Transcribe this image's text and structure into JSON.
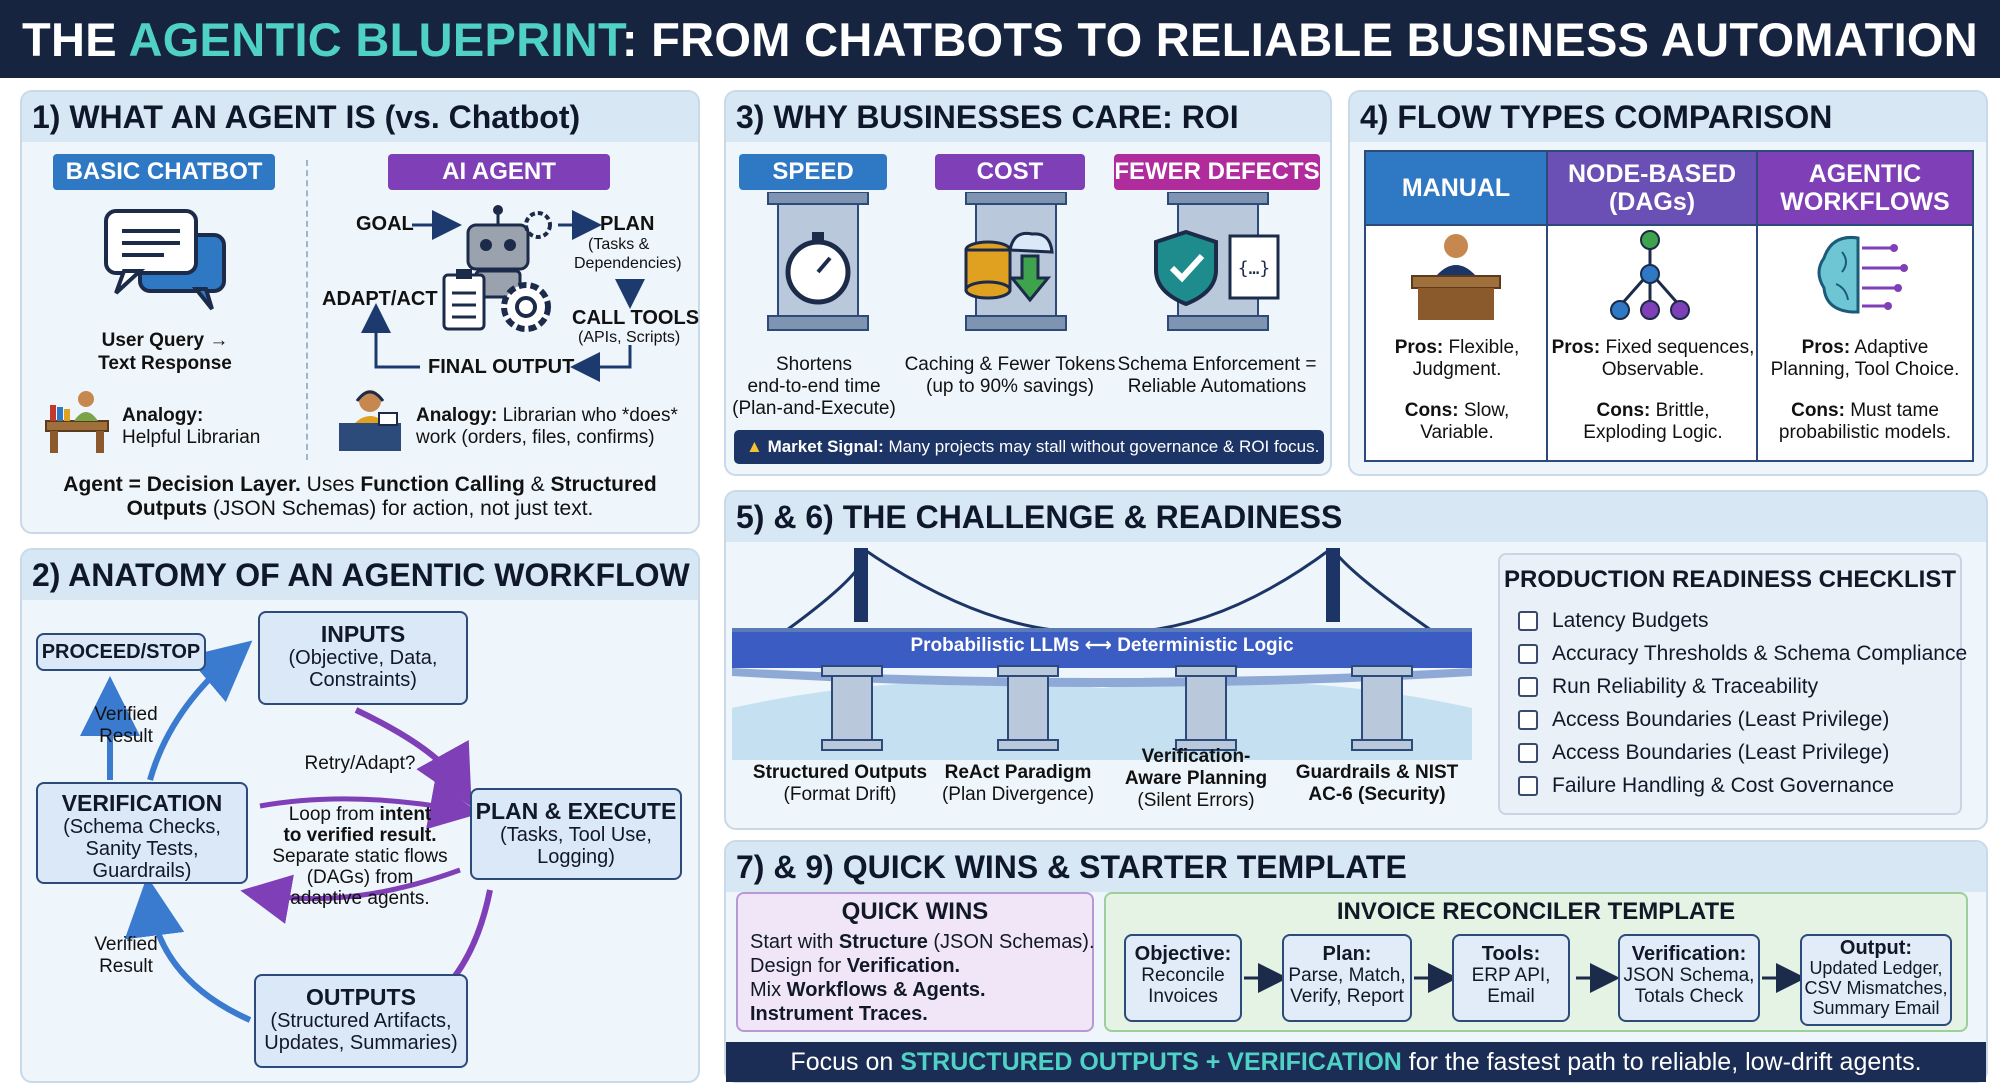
{
  "header": {
    "title_prefix": "THE ",
    "title_highlight": "AGENTIC BLUEPRINT",
    "title_suffix": ": FROM CHATBOTS TO RELIABLE BUSINESS AUTOMATION"
  },
  "panel1": {
    "title": "1) WHAT AN AGENT IS (vs. Chatbot)",
    "chatbot_label": "BASIC CHATBOT",
    "agent_label": "AI AGENT",
    "chatbot_caption_1": "User Query →",
    "chatbot_caption_2": "Text Response",
    "chatbot_analogy_bold": "Analogy:",
    "chatbot_analogy_text": "Helpful Librarian",
    "agent_goal": "GOAL",
    "agent_plan": "PLAN",
    "agent_plan_sub1": "(Tasks &",
    "agent_plan_sub2": "Dependencies)",
    "agent_adapt": "ADAPT/ACT",
    "agent_tools": "CALL TOOLS",
    "agent_tools_sub": "(APIs, Scripts)",
    "agent_output": "FINAL OUTPUT",
    "agent_analogy_bold": "Analogy:",
    "agent_analogy_text1": "Librarian who *does*",
    "agent_analogy_text2": "work (orders, files, confirms)",
    "footer_1a": "Agent = Decision Layer.",
    "footer_1b": " Uses ",
    "footer_1c": "Function Calling",
    "footer_1d": " & ",
    "footer_1e": "Structured",
    "footer_2a": "Outputs",
    "footer_2b": " (JSON Schemas) for action, not just text."
  },
  "panel2": {
    "title": "2) ANATOMY OF AN AGENTIC WORKFLOW",
    "proceed": "PROCEED/STOP",
    "inputs_title": "INPUTS",
    "inputs_sub1": "(Objective, Data,",
    "inputs_sub2": "Constraints)",
    "verification_title": "VERIFICATION",
    "verification_sub1": "(Schema Checks,",
    "verification_sub2": "Sanity Tests,",
    "verification_sub3": "Guardrails)",
    "plan_title": "PLAN & EXECUTE",
    "plan_sub1": "(Tasks, Tool Use,",
    "plan_sub2": "Logging)",
    "outputs_title": "OUTPUTS",
    "outputs_sub1": "(Structured Artifacts,",
    "outputs_sub2": "Updates, Summaries)",
    "verified_top_1": "Verified",
    "verified_top_2": "Result",
    "verified_bottom_1": "Verified",
    "verified_bottom_2": "Result",
    "retry": "Retry/Adapt?",
    "center_1a": "Loop from ",
    "center_1b": "intent",
    "center_2": "to verified result.",
    "center_3": "Separate static flows",
    "center_4": "(DAGs) from",
    "center_5": "adaptive agents."
  },
  "panel3": {
    "title": "3) WHY BUSINESSES CARE: ROI",
    "col1_label": "SPEED",
    "col1_caption_1": "Shortens",
    "col1_caption_2": "end-to-end time",
    "col1_caption_3": "(Plan-and-Execute)",
    "col2_label": "COST",
    "col2_caption_1": "Caching & Fewer Tokens",
    "col2_caption_2": "(up to 90% savings)",
    "col3_label": "FEWER DEFECTS",
    "col3_caption_1": "Schema Enforcement =",
    "col3_caption_2": "Reliable Automations",
    "signal_bold": "Market Signal:",
    "signal_text": " Many projects may stall without governance & ROI focus."
  },
  "panel4": {
    "title": "4) FLOW TYPES COMPARISON",
    "columns": [
      {
        "head1": "MANUAL",
        "head2": "",
        "pros": "Flexible,",
        "pros2": "Judgment.",
        "cons": "Slow,",
        "cons2": "Variable."
      },
      {
        "head1": "NODE-BASED",
        "head2": "(DAGs)",
        "pros": "Fixed sequences,",
        "pros2": "Observable.",
        "cons": "Brittle,",
        "cons2": "Exploding Logic."
      },
      {
        "head1": "AGENTIC",
        "head2": "WORKFLOWS",
        "pros": "Adaptive",
        "pros2": "Planning, Tool Choice.",
        "cons": "Must tame",
        "cons2": "probabilistic models."
      }
    ],
    "pros_label": "Pros:",
    "cons_label": "Cons:"
  },
  "panel56": {
    "title": "5) & 6) THE CHALLENGE & READINESS",
    "bridge_label": "Probabilistic LLMs ⟷ Deterministic Logic",
    "pillars": [
      {
        "line1": "Structured Outputs",
        "line2": "(Format Drift)",
        "line3": ""
      },
      {
        "line1": "ReAct Paradigm",
        "line2": "(Plan Divergence)",
        "line3": ""
      },
      {
        "line1": "Verification-",
        "line2": "Aware Planning",
        "line3": "(Silent Errors)"
      },
      {
        "line1": "Guardrails & NIST",
        "line2": "AC-6 (Security)",
        "line3": ""
      }
    ],
    "checklist_title": "PRODUCTION READINESS CHECKLIST",
    "checklist": [
      "Latency Budgets",
      "Accuracy Thresholds & Schema Compliance",
      "Run Reliability & Traceability",
      "Access Boundaries (Least Privilege)",
      "Access Boundaries (Least Privilege)",
      "Failure Handling & Cost Governance"
    ]
  },
  "panel79": {
    "title": "7) & 9) QUICK WINS & STARTER TEMPLATE",
    "quick_title": "QUICK WINS",
    "quick_1a": "Start with ",
    "quick_1b": "Structure",
    "quick_1c": " (JSON Schemas).",
    "quick_2a": "Design for ",
    "quick_2b": "Verification.",
    "quick_3a": "Mix ",
    "quick_3b": "Workflows & Agents.",
    "quick_4": "Instrument Traces.",
    "template_title": "INVOICE RECONCILER TEMPLATE",
    "steps": [
      {
        "title": "Objective:",
        "l1": "Reconcile",
        "l2": "Invoices",
        "l3": ""
      },
      {
        "title": "Plan:",
        "l1": "Parse, Match,",
        "l2": "Verify, Report",
        "l3": ""
      },
      {
        "title": "Tools:",
        "l1": "ERP API,",
        "l2": "Email",
        "l3": ""
      },
      {
        "title": "Verification:",
        "l1": "JSON Schema,",
        "l2": "Totals Check",
        "l3": ""
      },
      {
        "title": "Output:",
        "l1": "Updated Ledger,",
        "l2": "CSV Mismatches,",
        "l3": "Summary Email"
      }
    ],
    "footer_a": "Focus on ",
    "footer_b": "STRUCTURED OUTPUTS + VERIFICATION",
    "footer_c": " for the fastest path to reliable, low-drift agents."
  },
  "colors": {
    "navy": "#16243f",
    "teal": "#4fd1c5",
    "blue": "#2f78c4",
    "purple": "#7e3fb7",
    "magenta": "#b02c9c"
  }
}
